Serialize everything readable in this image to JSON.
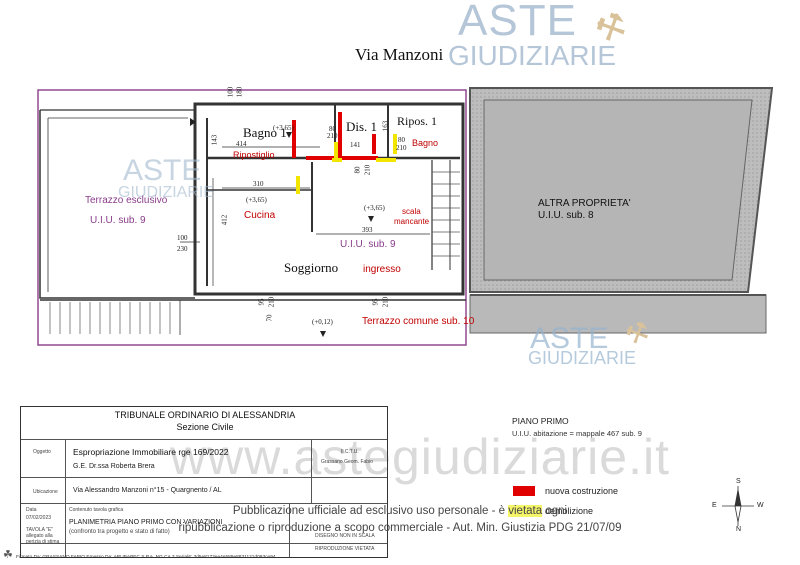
{
  "watermark": {
    "brand_top": "ASTE",
    "brand_bottom": "GIUDIZIARIE",
    "site": "www.astegiudiziarie.it"
  },
  "street": {
    "name": "Via Manzoni"
  },
  "rooms": {
    "bagno1": "Bagno 1",
    "dis1": "Dis. 1",
    "ripos1": "Ripos. 1",
    "ripostiglio": "Ripostiglio",
    "bagno": "Bagno",
    "cucina": "Cucina",
    "soggiorno": "Soggiorno",
    "ingresso": "ingresso",
    "scala": "scala",
    "mancante": "mancante",
    "terrazzo_esclusivo": "Terrazzo esclusivo",
    "uiu9_left": "U.I.U. sub. 9",
    "uiu9_center": "U.I.U. sub. 9",
    "altra": "ALTRA PROPRIETA'",
    "uiu8": "U.I.U. sub. 8",
    "terrazzo_comune": "Terrazzo comune sub. 10"
  },
  "dims": {
    "d100a": "100",
    "d180a": "180",
    "d365a": "(+3,65)",
    "d80a": "80",
    "d210a": "210",
    "d414": "414",
    "d143": "143",
    "d141": "141",
    "d80b": "80",
    "d210b": "210",
    "d163": "163",
    "d80c": "80",
    "d210c": "210",
    "d310": "310",
    "d365b": "(+3,65)",
    "d365c": "(+3,65)",
    "d412": "412",
    "d100b": "100",
    "d230": "230",
    "d393": "393",
    "d95a": "95",
    "d210d": "210",
    "d95b": "95",
    "d210e": "210",
    "d70": "70",
    "d012": "(+0,12)"
  },
  "title_block": {
    "court": "TRIBUNALE ORDINARIO DI ALESSANDRIA",
    "section": "Sezione Civile",
    "oggetto_label": "Oggetto",
    "oggetto": "Espropriazione Immobiliare rge 169/2022",
    "ge": "G.E. Dr.ssa Roberta Brera",
    "ubicazione_label": "Ubicazione",
    "ubicazione": "Via Alessandro Manzoni n°15  -  Quargnento / AL",
    "data_label": "Data",
    "data": "07/02/2023",
    "contenuto_label": "Contenuto tavola grafica",
    "contenuto": "PLANIMETRIA PIANO PRIMO CON VARIAZIONI",
    "contenuto_sub": "(confronto tra progetto e stato di fatto)",
    "tavola": "TAVOLA \"E\"",
    "tavola_sub1": "allegato alla",
    "tavola_sub2": "perizia di stima",
    "ctu_label": "Il C.T.U.",
    "ctu": "Grassano Geom. Fabio",
    "disegno": "DISEGNO NON IN SCALA",
    "riproduzione": "RIPRODUZIONE VIETATA"
  },
  "legend": {
    "floor": "PIANO PRIMO",
    "abitazione": "U.I.U. abitazione = mappale 467 sub. 9",
    "red_label": "nuova costruzione",
    "yellow_label": "demolizione",
    "red_color": "#e00000",
    "yellow_color": "#f2e600"
  },
  "notice": {
    "line1_pre": "Pubblicazione ufficiale ad esclusivo uso personale - è ",
    "line1_hl": "vietata",
    "line1_post": " ogni",
    "line2": "ripubblicazione o riproduzione a scopo commerciale - Aut. Min. Giustizia PDG 21/07/09"
  },
  "footer": {
    "signature": "Firmato Da: GRASSANO FABIO Emesso Da: ARUBAPEC S.P.A. NG CA 3 Serial#: 3d5e8173ee4e589e8831121d093ce94"
  },
  "compass": {
    "n": "N",
    "s": "S",
    "e": "E",
    "w": "W"
  }
}
